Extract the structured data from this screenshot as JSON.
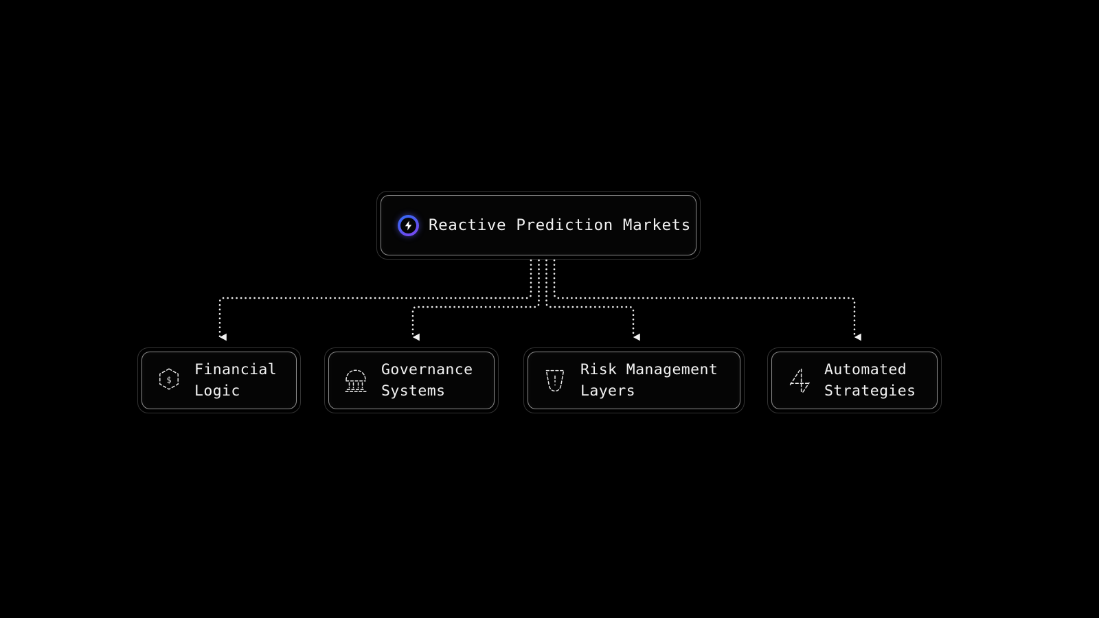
{
  "canvas": {
    "background": "#000000",
    "text_color": "#f2f2f2",
    "edge_color": "#f0f0f0",
    "node_border_outer": "#333333",
    "node_border_inner": "#8e8e8e",
    "accent_start": "#2f6bf5",
    "accent_end": "#7b4bf2"
  },
  "root": {
    "label": "Reactive Prediction Markets",
    "icon": "lightning-bolt-icon"
  },
  "children": [
    {
      "label": "Financial\nLogic",
      "line1": "Financial",
      "line2": "Logic",
      "icon": "dashed-hexagon-dollar-icon"
    },
    {
      "label": "Governance\nSystems",
      "line1": "Governance",
      "line2": "Systems",
      "icon": "dashed-bank-institution-icon"
    },
    {
      "label": "Risk Management\nLayers",
      "line1": "Risk Management",
      "line2": "Layers",
      "icon": "dashed-shield-alert-icon"
    },
    {
      "label": "Automated\nStrategies",
      "line1": "Automated",
      "line2": "Strategies",
      "icon": "dashed-gear-axes-icon"
    }
  ],
  "edges": [
    {
      "from": "root",
      "to": "Financial Logic",
      "style": "dotted",
      "arrow": "down"
    },
    {
      "from": "root",
      "to": "Governance Systems",
      "style": "dotted",
      "arrow": "down"
    },
    {
      "from": "root",
      "to": "Risk Management Layers",
      "style": "dotted",
      "arrow": "down"
    },
    {
      "from": "root",
      "to": "Automated Strategies",
      "style": "dotted",
      "arrow": "down"
    }
  ]
}
